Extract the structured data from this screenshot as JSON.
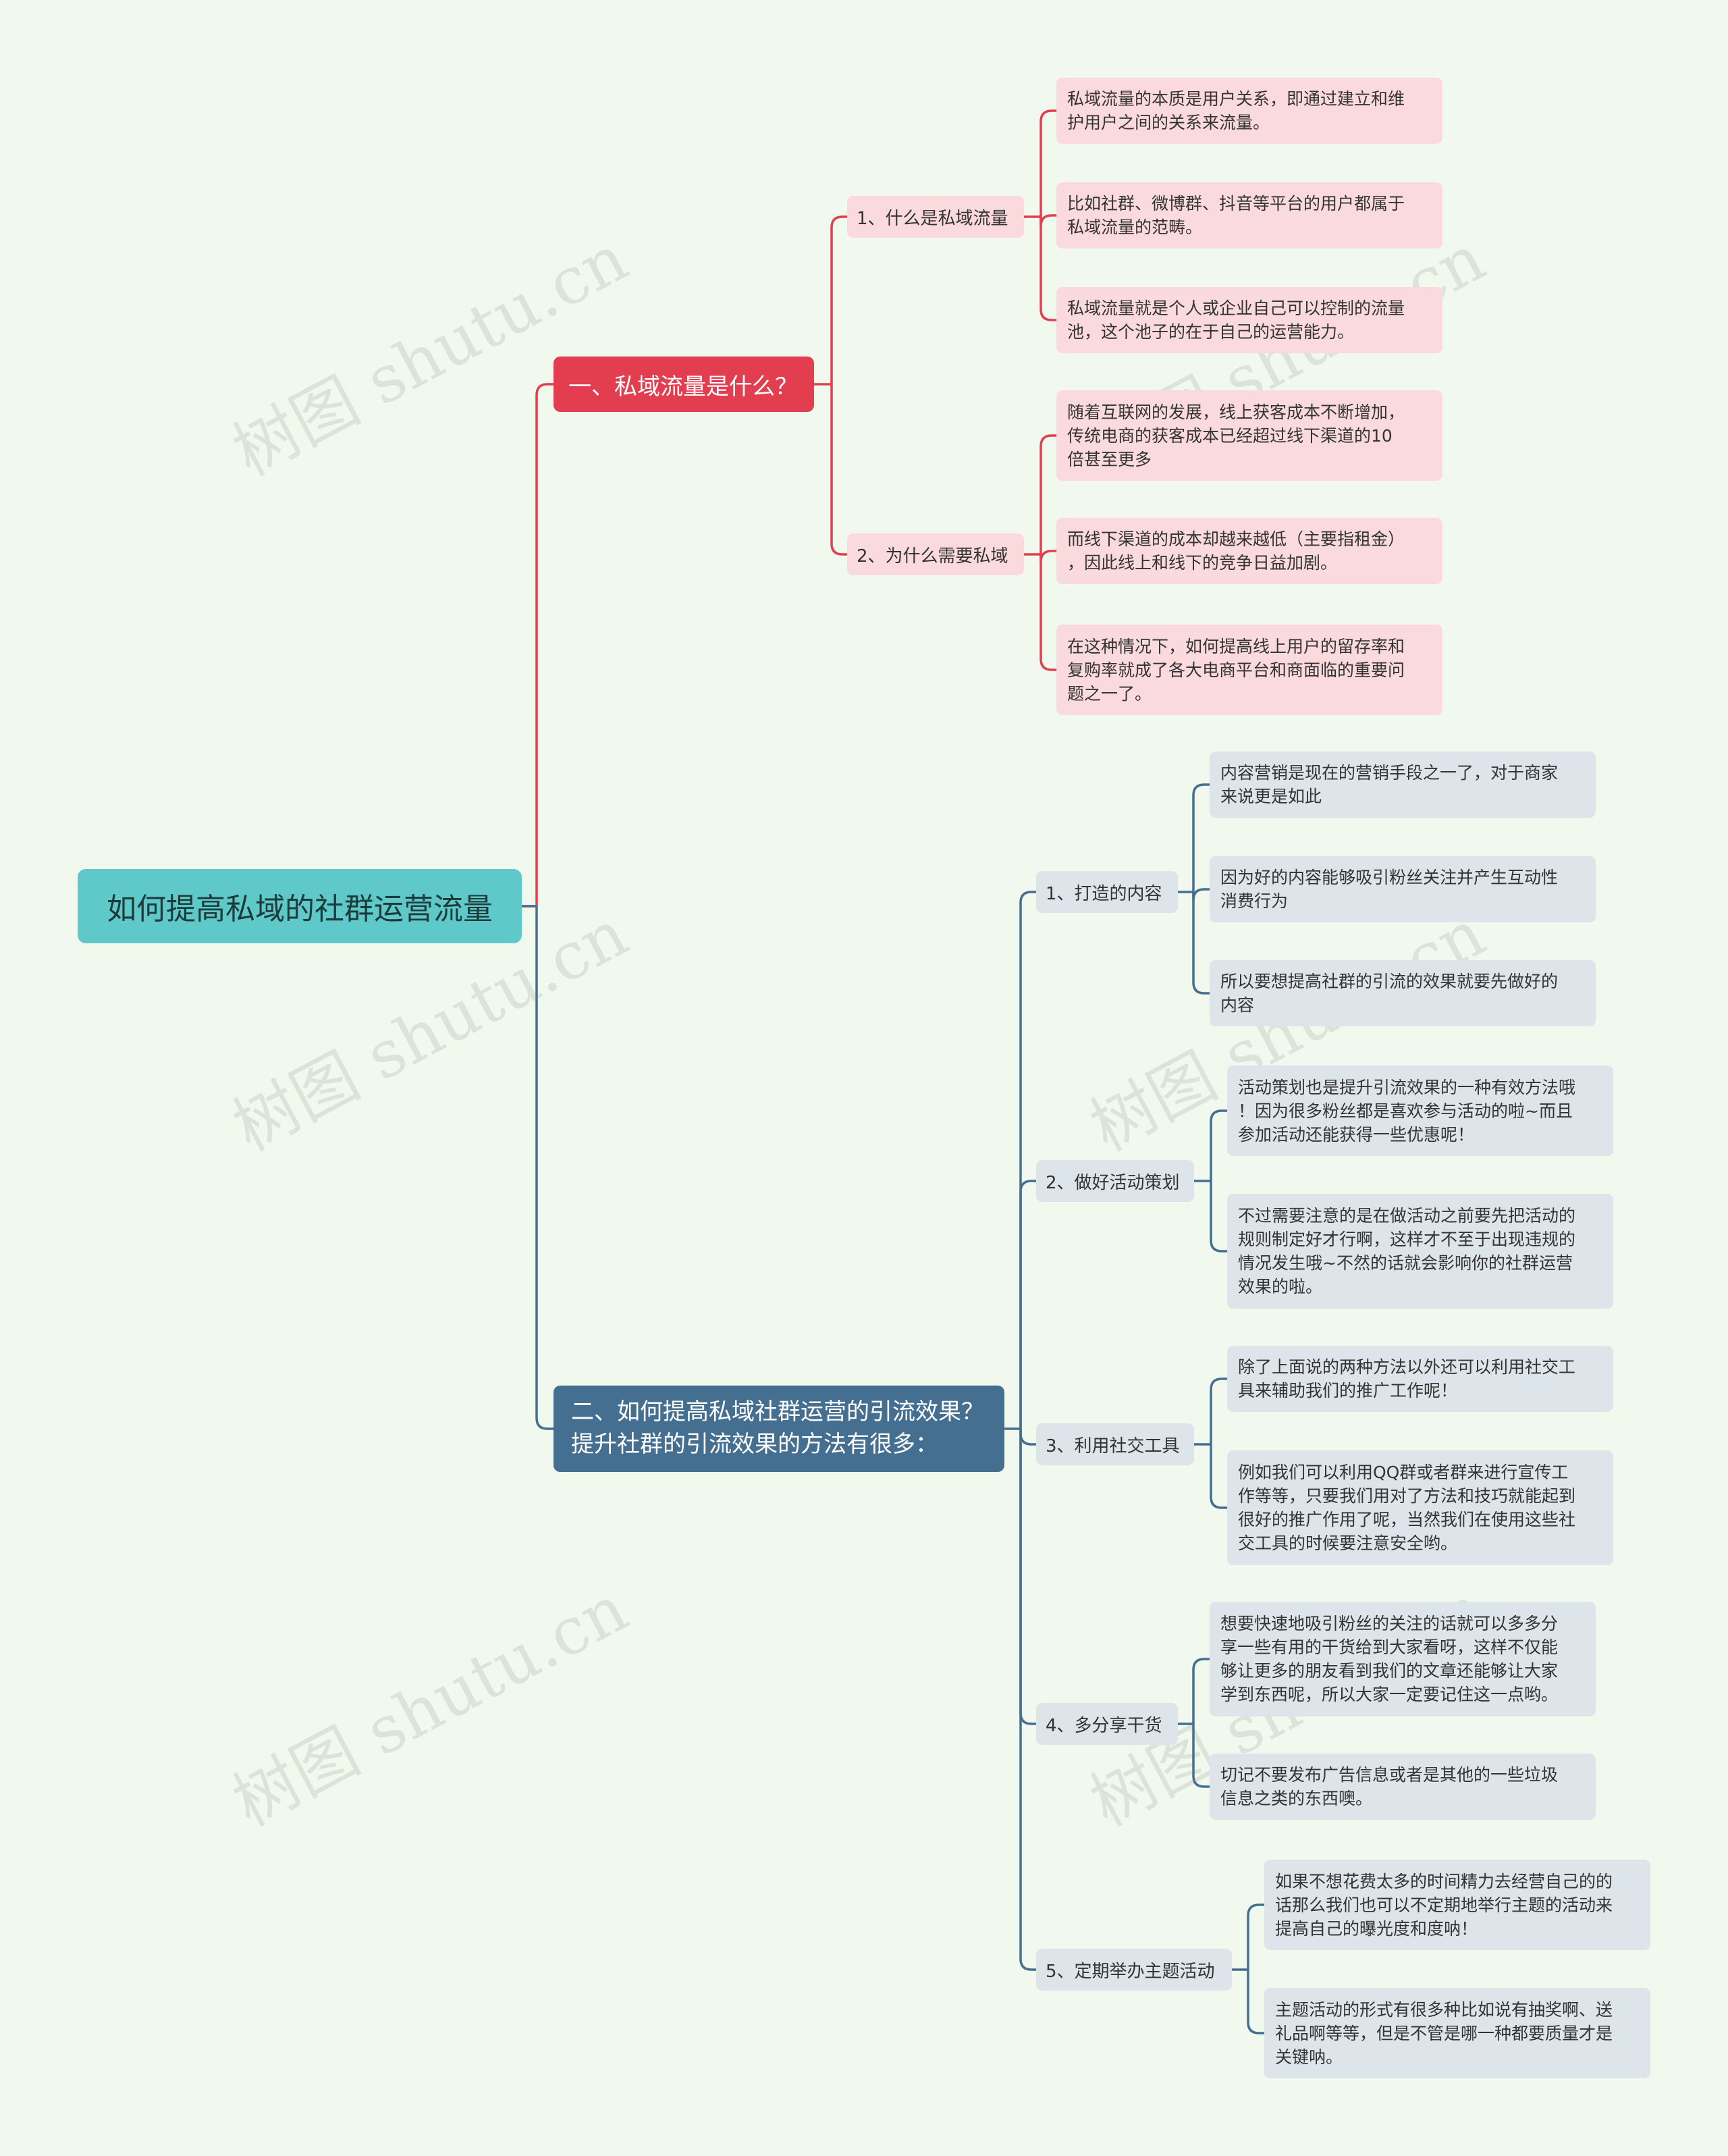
{
  "root": {
    "label": "如何提高私域的社群运营流量"
  },
  "watermark": "树图 shutu.cn",
  "colors": {
    "root": "#5ec9c8",
    "branch1": "#e23e4f",
    "branch2": "#456f90",
    "leaf1": "#fbdadd",
    "leaf2": "#dde4ea"
  },
  "branch1": {
    "label": "一、私域流量是什么？",
    "subs": [
      {
        "label": "1、什么是私域流量",
        "leaves": [
          "私域流量的本质是用户关系，即通过建立和维\n护用户之间的关系来流量。",
          "比如社群、微博群、抖音等平台的用户都属于\n私域流量的范畴。",
          "私域流量就是个人或企业自己可以控制的流量\n池，这个池子的在于自己的运营能力。"
        ]
      },
      {
        "label": "2、为什么需要私域",
        "leaves": [
          "随着互联网的发展，线上获客成本不断增加，\n传统电商的获客成本已经超过线下渠道的10\n倍甚至更多",
          "而线下渠道的成本却越来越低（主要指租金）\n，因此线上和线下的竞争日益加剧。",
          "在这种情况下，如何提高线上用户的留存率和\n复购率就成了各大电商平台和商面临的重要问\n题之一了。"
        ]
      }
    ]
  },
  "branch2": {
    "label": "二、如何提高私域社群运营的引流效果？\n提升社群的引流效果的方法有很多：",
    "subs": [
      {
        "label": "1、打造的内容",
        "leaves": [
          "内容营销是现在的营销手段之一了，对于商家\n来说更是如此",
          "因为好的内容能够吸引粉丝关注并产生互动性\n消费行为",
          "所以要想提高社群的引流的效果就要先做好的\n内容"
        ]
      },
      {
        "label": "2、做好活动策划",
        "leaves": [
          "活动策划也是提升引流效果的一种有效方法哦\n！因为很多粉丝都是喜欢参与活动的啦~而且\n参加活动还能获得一些优惠呢！",
          "不过需要注意的是在做活动之前要先把活动的\n规则制定好才行啊，这样才不至于出现违规的\n情况发生哦~不然的话就会影响你的社群运营\n效果的啦。"
        ]
      },
      {
        "label": "3、利用社交工具",
        "leaves": [
          "除了上面说的两种方法以外还可以利用社交工\n具来辅助我们的推广工作呢！",
          "例如我们可以利用QQ群或者群来进行宣传工\n作等等，只要我们用对了方法和技巧就能起到\n很好的推广作用了呢，当然我们在使用这些社\n交工具的时候要注意安全哟。"
        ]
      },
      {
        "label": "4、多分享干货",
        "leaves": [
          "想要快速地吸引粉丝的关注的话就可以多多分\n享一些有用的干货给到大家看呀，这样不仅能\n够让更多的朋友看到我们的文章还能够让大家\n学到东西呢，所以大家一定要记住这一点哟。",
          "切记不要发布广告信息或者是其他的一些垃圾\n信息之类的东西噢。"
        ]
      },
      {
        "label": "5、定期举办主题活动",
        "leaves": [
          "如果不想花费太多的时间精力去经营自己的的\n话那么我们也可以不定期地举行主题的活动来\n提高自己的曝光度和度呐！",
          "主题活动的形式有很多种比如说有抽奖啊、送\n礼品啊等等，但是不管是哪一种都要质量才是\n关键呐。"
        ]
      }
    ]
  }
}
